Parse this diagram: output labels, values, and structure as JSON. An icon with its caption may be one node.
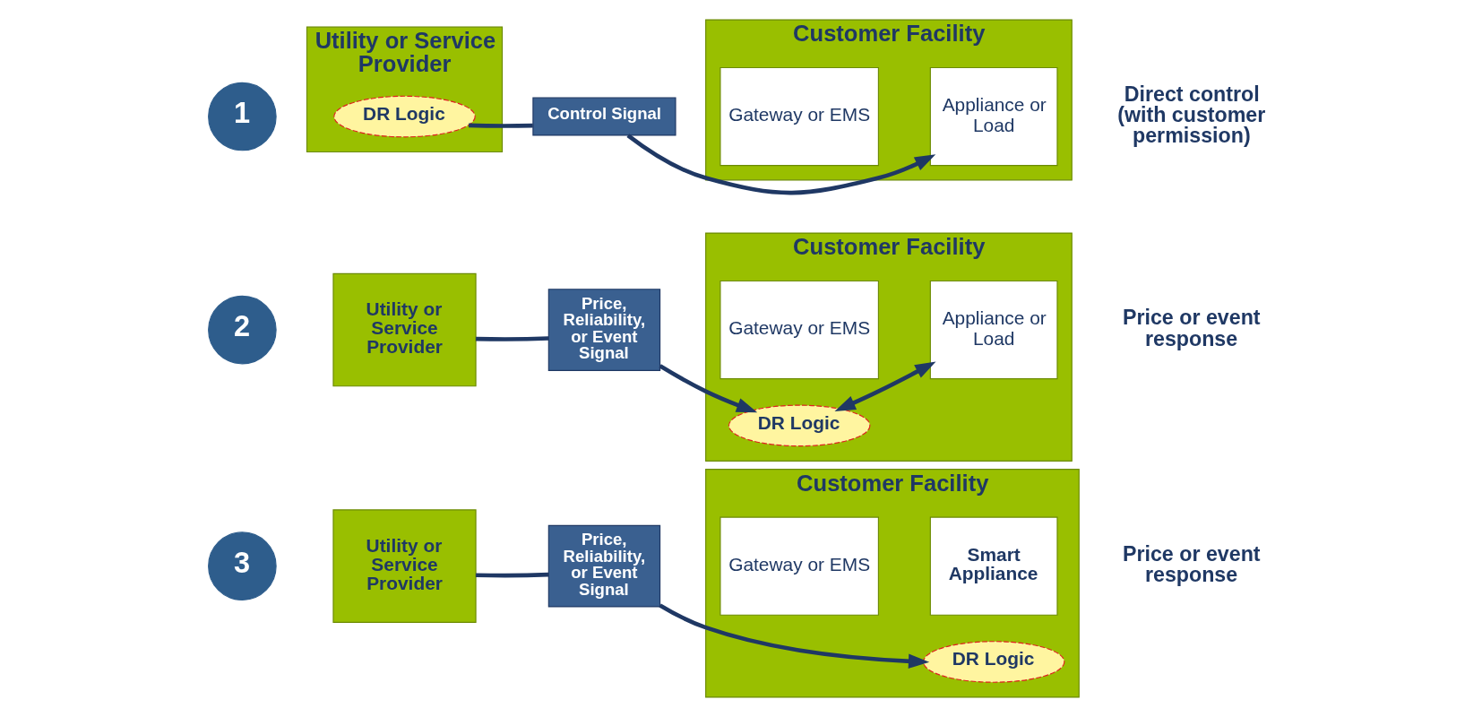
{
  "diagram": {
    "nodes": [
      {
        "text": [
          "1"
        ]
      },
      {
        "text": [
          "Utility or Service Provider"
        ]
      },
      {
        "text": [
          "DR Logic"
        ],
        "in": 1
      },
      {
        "text": [
          "Control Signal"
        ]
      },
      {
        "text": [
          "Customer Facility"
        ]
      },
      {
        "text": [
          "Gateway or EMS"
        ],
        "in": 4
      },
      {
        "text": [
          "Appliance or Load"
        ],
        "in": 4
      },
      {
        "text": [
          "2"
        ]
      },
      {
        "text": [
          "Utility or Service Provider"
        ]
      },
      {
        "text": [
          "Price, Reliability, or Event Signal"
        ]
      },
      {
        "text": [
          "Customer Facility"
        ]
      },
      {
        "text": [
          "Gateway or EMS"
        ],
        "in": 10
      },
      {
        "text": [
          "DR Logic"
        ],
        "in": 10
      },
      {
        "text": [
          "Appliance or Load"
        ],
        "in": 10
      },
      {
        "text": [
          "3"
        ]
      },
      {
        "text": [
          "Utility or Service Provider"
        ]
      },
      {
        "text": [
          "Price, Reliability, or Event Signal"
        ]
      },
      {
        "text": [
          "Customer Facility"
        ]
      },
      {
        "text": [
          "Gateway or EMS"
        ],
        "in": 17
      },
      {
        "text": [
          "Smart Appliance"
        ],
        "in": 17
      },
      {
        "text": [
          "DR Logic"
        ],
        "in": 17
      }
    ],
    "edges": [
      {
        "from": 2,
        "to": 3,
        "arrow": "none"
      },
      {
        "from": 3,
        "to": 6,
        "arrow": "to"
      },
      {
        "from": 8,
        "to": 9,
        "arrow": "none"
      },
      {
        "from": 9,
        "to": 12,
        "arrow": "to"
      },
      {
        "from": 12,
        "to": 13,
        "arrow": "both"
      },
      {
        "from": 15,
        "to": 16,
        "arrow": "none"
      },
      {
        "from": 16,
        "to": 20,
        "arrow": "to"
      }
    ],
    "labels": [
      "Direct control (with customer permission)",
      "Price or event response",
      "Price or event response"
    ]
  }
}
